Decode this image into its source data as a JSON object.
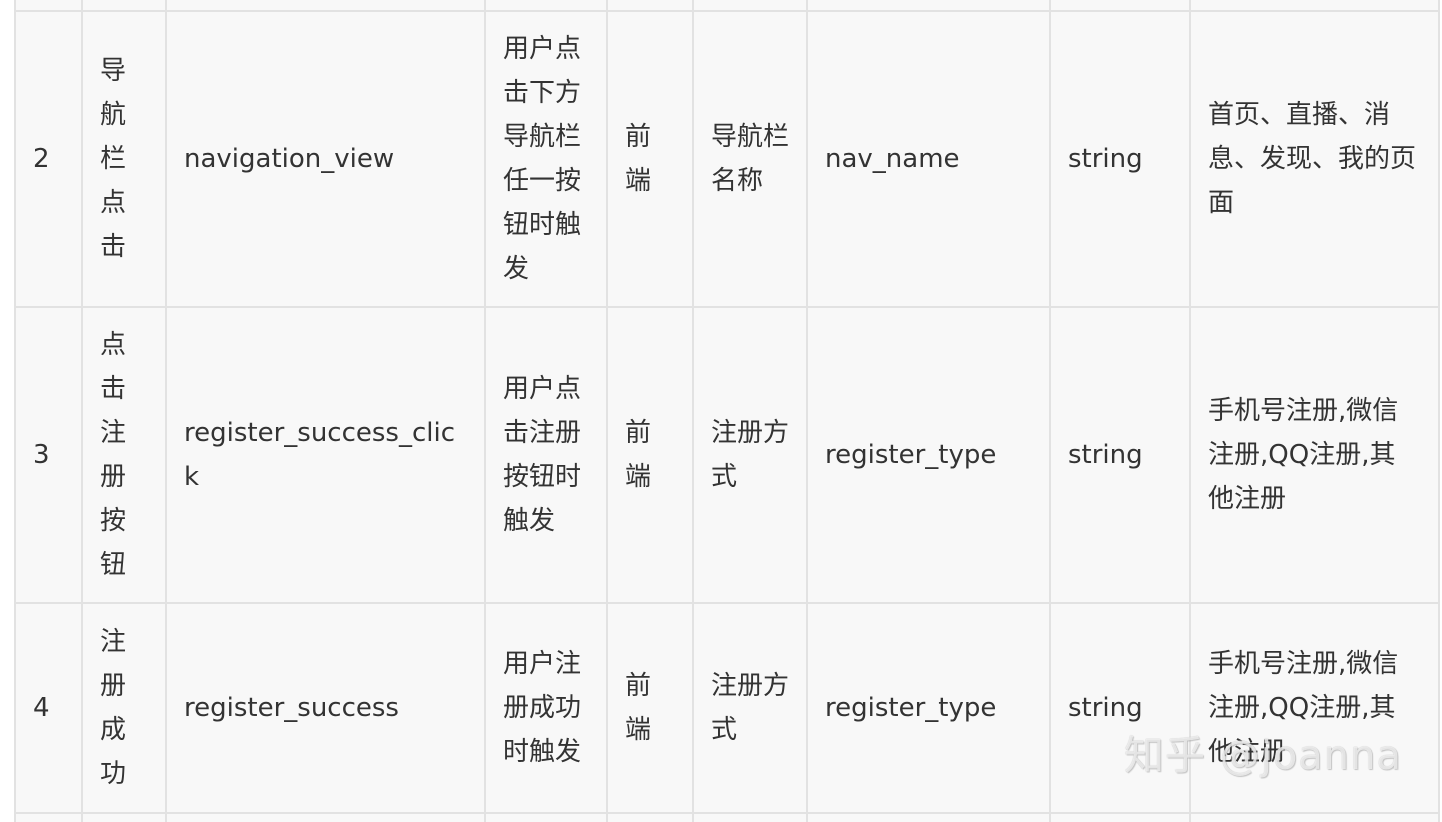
{
  "table": {
    "rows": [
      {
        "index": "2",
        "name": "导航栏点击",
        "event": "navigation_view",
        "trigger": "用户点击下方导航栏任一按钮时触发",
        "platform": "前端",
        "attr_name": "导航栏名称",
        "attr_key": "nav_name",
        "type": "string",
        "values": "首页、直播、消息、发现、我的页面"
      },
      {
        "index": "3",
        "name": "点击注册按钮",
        "event": "register_success_click",
        "trigger": "用户点击注册按钮时触发",
        "platform": "前端",
        "attr_name": "注册方式",
        "attr_key": "register_type",
        "type": "string",
        "values": "手机号注册,微信注册,QQ注册,其他注册"
      },
      {
        "index": "4",
        "name": "注册成功",
        "event": "register_success",
        "trigger": "用户注册成功时触发",
        "platform": "前端",
        "attr_name": "注册方式",
        "attr_key": "register_type",
        "type": "string",
        "values": "手机号注册,微信注册,QQ注册,其他注册"
      }
    ]
  },
  "watermark": "知乎 @joanna"
}
